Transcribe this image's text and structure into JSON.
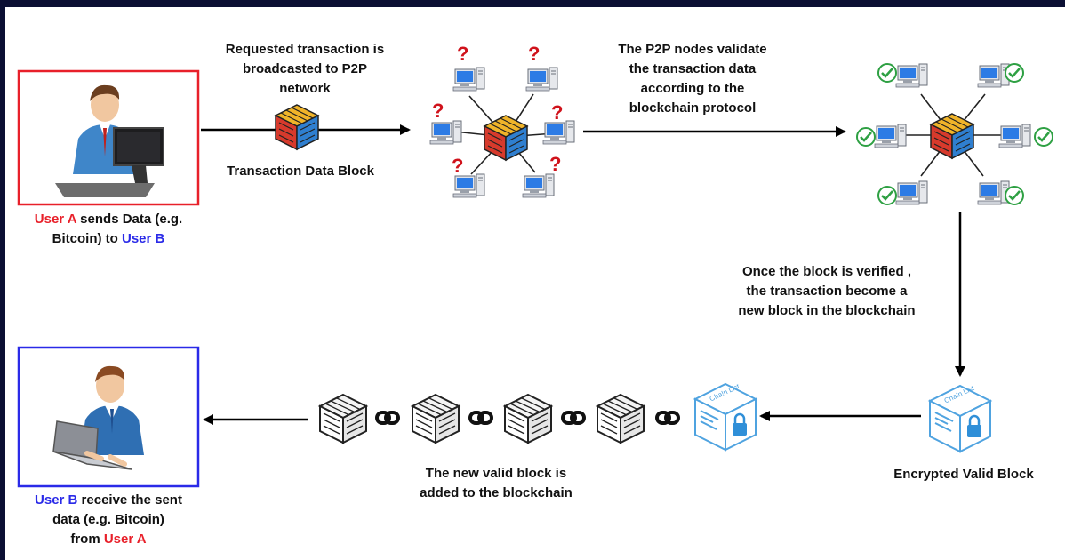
{
  "labels": {
    "broadcast": [
      "Requested transaction is",
      "broadcasted to P2P",
      "network"
    ],
    "data_block": "Transaction Data Block",
    "validate": [
      "The P2P nodes validate",
      "the transaction data",
      "according to the",
      "blockchain protocol"
    ],
    "verified": [
      "Once the block is verified ,",
      "the transaction become a",
      "new block in the blockchain"
    ],
    "encrypted_block": "Encrypted Valid Block",
    "added": [
      "The new valid block is",
      "added to the blockchain"
    ],
    "user_a_sends": {
      "user": "User A",
      "rest_line1": " sends Data (e.g.",
      "line2_pre": "Bitcoin) to ",
      "user_b": "User B"
    },
    "user_b_receives": {
      "user": "User B",
      "rest_line1": " receive the sent",
      "line2": "data (e.g. Bitcoin)",
      "line3_pre": "from ",
      "user_a": "User A"
    }
  },
  "encrypted_block_text": "Cha!n List",
  "node_marks": {
    "unvalidated": "?",
    "validated": "✓"
  },
  "colors": {
    "user_a": "#e8202a",
    "user_b": "#2a2ae8",
    "check": "#2ea043",
    "question": "#d0121b",
    "background": "#0b0f33"
  }
}
